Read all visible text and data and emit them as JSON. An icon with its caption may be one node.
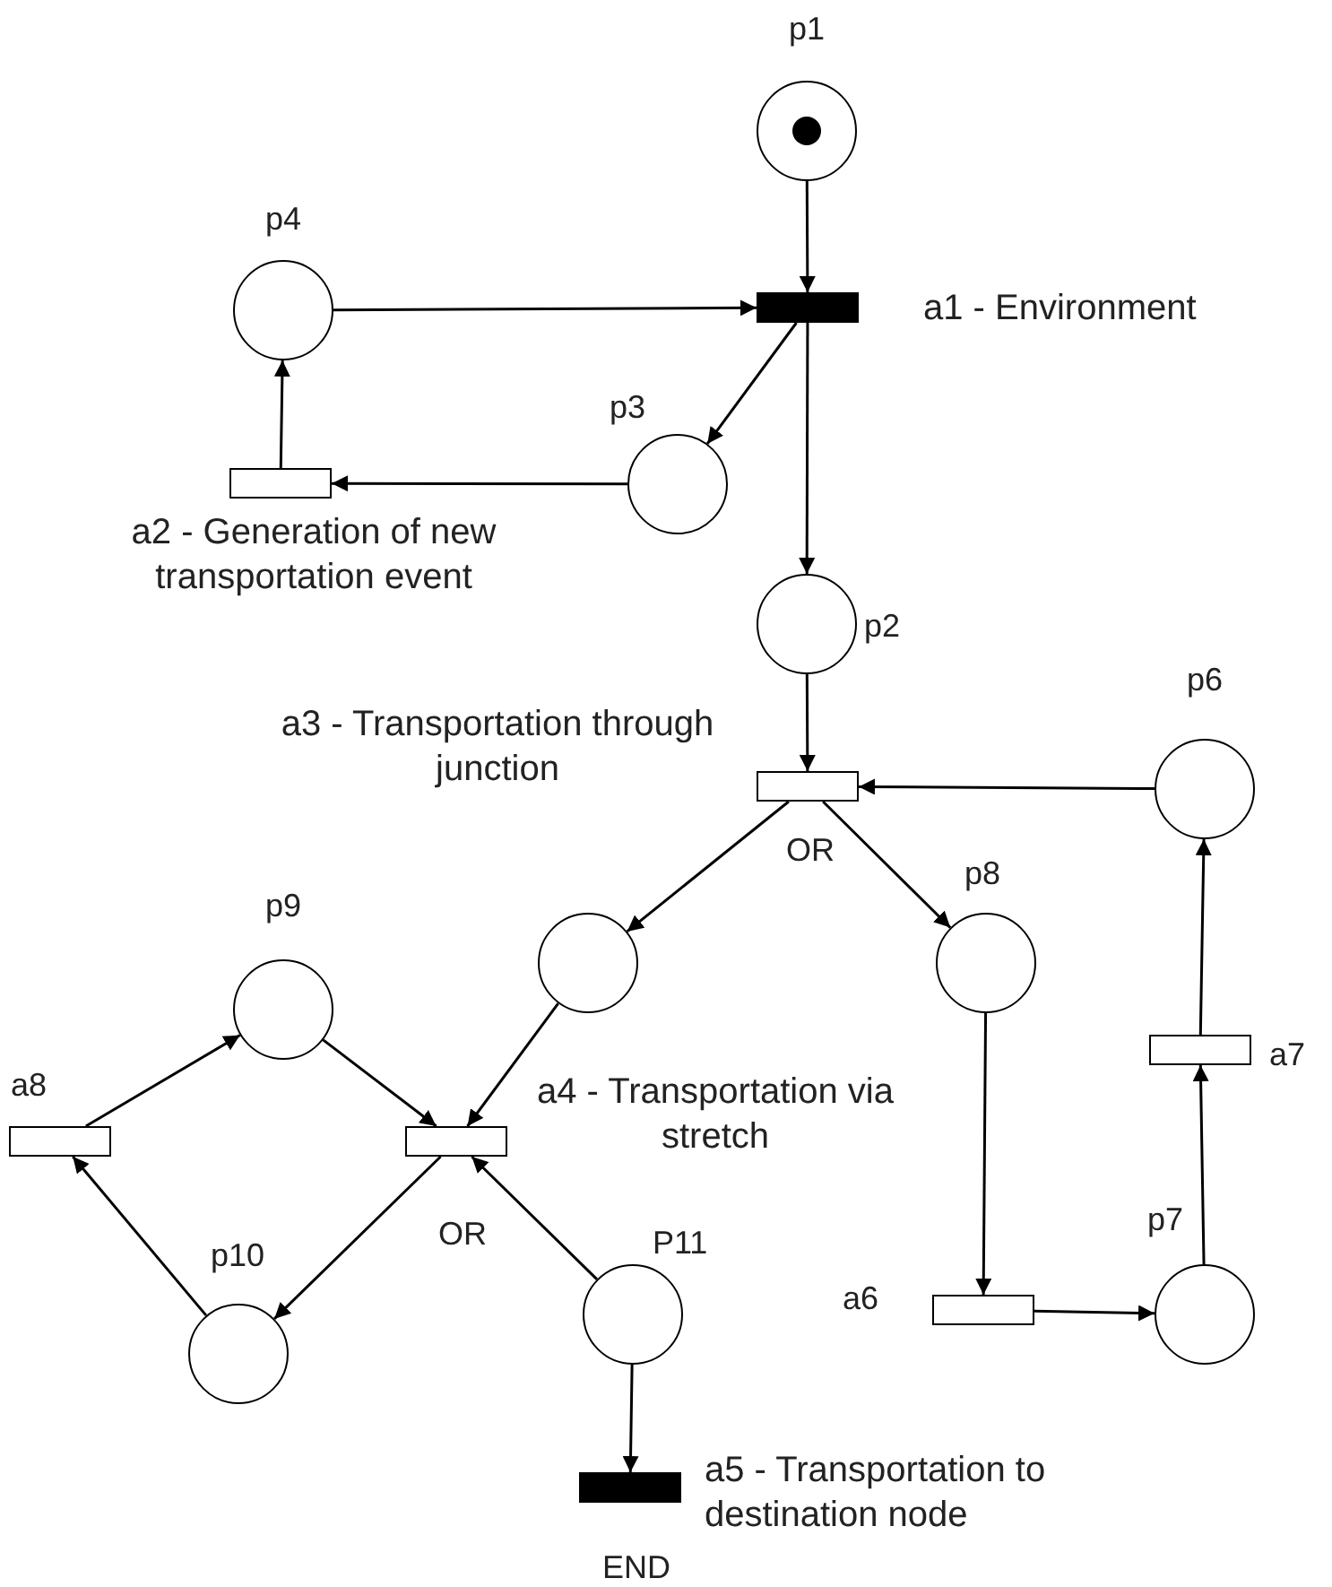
{
  "diagram": {
    "nodes": [
      {
        "text": [],
        "shape": "circle",
        "beside": [
          "p1"
        ]
      },
      {
        "text": [],
        "shape": "bar",
        "beside": [
          "a1 - Environment"
        ]
      },
      {
        "text": [],
        "shape": "circle",
        "beside": [
          "p4"
        ]
      },
      {
        "text": [],
        "shape": "circle",
        "beside": [
          "p3"
        ]
      },
      {
        "text": [],
        "shape": "box",
        "beside": [
          "a2 - Generation of new transportation event"
        ]
      },
      {
        "text": [],
        "shape": "circle",
        "beside": [
          "p2"
        ]
      },
      {
        "text": [],
        "shape": "box",
        "beside": [
          "a3 - Transportation through junction",
          "OR"
        ]
      },
      {
        "text": [],
        "shape": "circle",
        "beside": [
          "p6"
        ]
      },
      {
        "text": [],
        "shape": "circle"
      },
      {
        "text": [],
        "shape": "circle",
        "beside": [
          "p8"
        ]
      },
      {
        "text": [],
        "shape": "circle",
        "beside": [
          "p9"
        ]
      },
      {
        "text": [],
        "shape": "box",
        "beside": [
          "a8"
        ]
      },
      {
        "text": [],
        "shape": "box",
        "beside": [
          "a4 - Transportation via stretch",
          "OR"
        ]
      },
      {
        "text": [],
        "shape": "box",
        "beside": [
          "a7"
        ]
      },
      {
        "text": [],
        "shape": "circle",
        "beside": [
          "p10"
        ]
      },
      {
        "text": [],
        "shape": "circle",
        "beside": [
          "P11"
        ]
      },
      {
        "text": [],
        "shape": "box",
        "beside": [
          "a6"
        ]
      },
      {
        "text": [],
        "shape": "circle",
        "beside": [
          "p7"
        ]
      },
      {
        "text": [],
        "shape": "bar",
        "beside": [
          "a5 - Transportation to destination node",
          "END"
        ]
      }
    ],
    "edges": [
      {
        "from": 0,
        "to": 1,
        "arrow": "to"
      },
      {
        "from": 2,
        "to": 1,
        "arrow": "to"
      },
      {
        "from": 1,
        "to": 3,
        "arrow": "to"
      },
      {
        "from": 1,
        "to": 5,
        "arrow": "to"
      },
      {
        "from": 3,
        "to": 4,
        "arrow": "to"
      },
      {
        "from": 4,
        "to": 2,
        "arrow": "to"
      },
      {
        "from": 5,
        "to": 6,
        "arrow": "to"
      },
      {
        "from": 7,
        "to": 6,
        "arrow": "to"
      },
      {
        "from": 6,
        "to": 8,
        "arrow": "to"
      },
      {
        "from": 6,
        "to": 9,
        "arrow": "to"
      },
      {
        "from": 9,
        "to": 16,
        "arrow": "to"
      },
      {
        "from": 16,
        "to": 17,
        "arrow": "to"
      },
      {
        "from": 17,
        "to": 13,
        "arrow": "to"
      },
      {
        "from": 13,
        "to": 7,
        "arrow": "to"
      },
      {
        "from": 8,
        "to": 12,
        "arrow": "to"
      },
      {
        "from": 10,
        "to": 12,
        "arrow": "to"
      },
      {
        "from": 11,
        "to": 10,
        "arrow": "to"
      },
      {
        "from": 12,
        "to": 14,
        "arrow": "to"
      },
      {
        "from": 14,
        "to": 11,
        "arrow": "to"
      },
      {
        "from": 15,
        "to": 12,
        "arrow": "to"
      },
      {
        "from": 15,
        "to": 18,
        "arrow": "to"
      }
    ]
  }
}
